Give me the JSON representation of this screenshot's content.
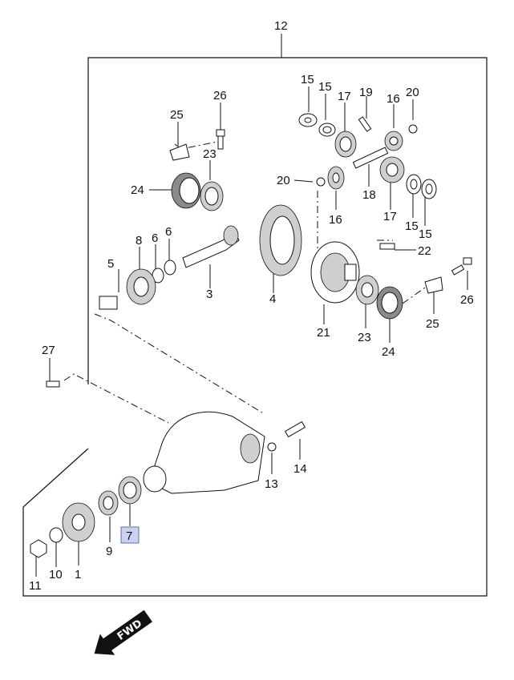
{
  "callouts": {
    "c12": "12",
    "c15a": "15",
    "c15b": "15",
    "c17a": "17",
    "c19": "19",
    "c16a": "16",
    "c20a": "20",
    "c25a": "25",
    "c26a": "26",
    "c23a": "23",
    "c24a": "24",
    "c20b": "20",
    "c16b": "16",
    "c18": "18",
    "c17b": "17",
    "c15c": "15",
    "c15d": "15",
    "c8": "8",
    "c6a": "6",
    "c6b": "6",
    "c5": "5",
    "c3": "3",
    "c4": "4",
    "c22": "22",
    "c26b": "26",
    "c25b": "25",
    "c21": "21",
    "c23b": "23",
    "c24b": "24",
    "c27": "27",
    "c14": "14",
    "c13": "13",
    "c7": "7",
    "c9": "9",
    "c1": "1",
    "c10": "10",
    "c11": "11"
  },
  "highlighted_part": "7",
  "fwd_arrow": {
    "label": "FWD"
  },
  "colors": {
    "highlight_fill": "#c9d3ef",
    "highlight_stroke": "#5a6fb4",
    "line": "#111111"
  }
}
